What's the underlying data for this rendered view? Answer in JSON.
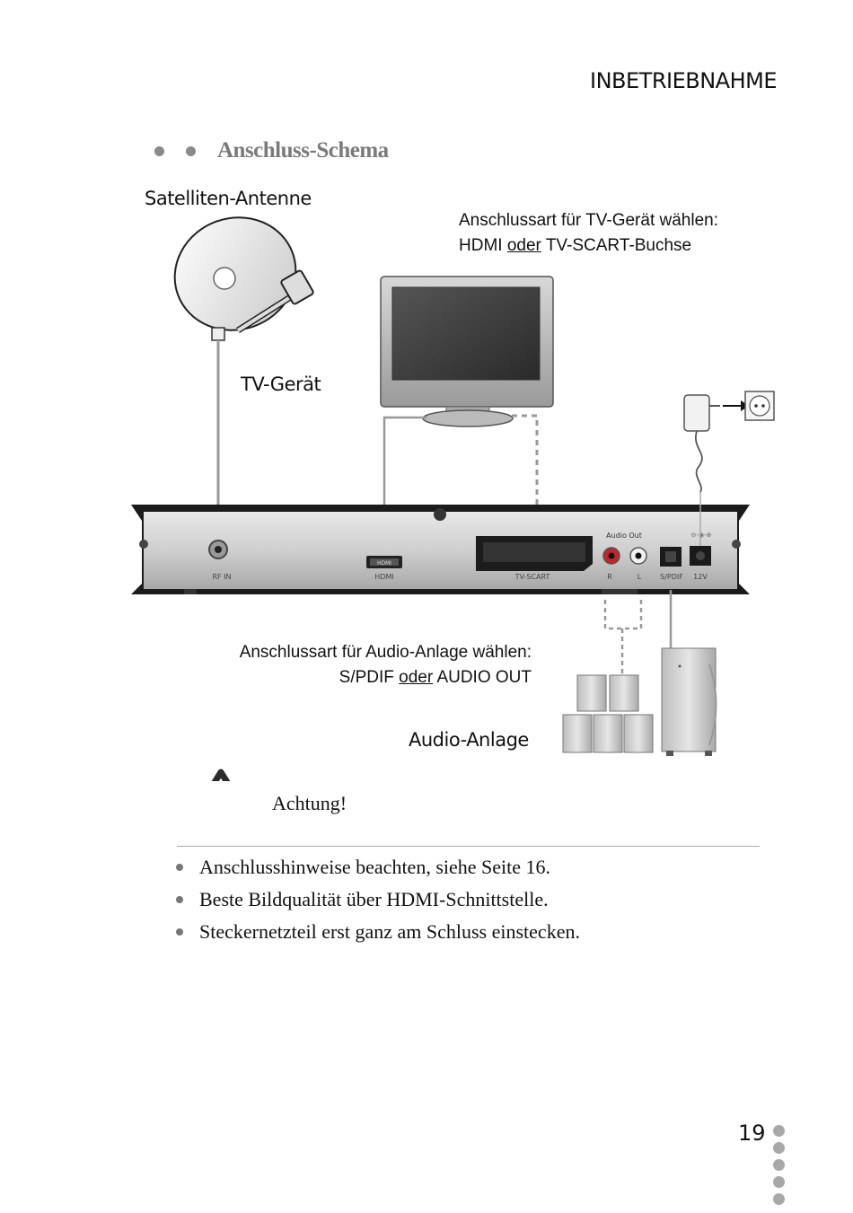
{
  "header": {
    "title": "INBETRIEBNAHME"
  },
  "section": {
    "title": "Anschluss-Schema"
  },
  "labels": {
    "antenna": "Satelliten-Antenne",
    "tv": "TV-Gerät",
    "audio": "Audio-Anlage"
  },
  "tv_note": {
    "line1": "Anschlussart für TV-Gerät wählen:",
    "line2_a": "HDMI",
    "line2_or": "oder",
    "line2_b": "TV-SCART-Buchse"
  },
  "audio_note": {
    "line1": "Anschlussart für Audio-Anlage wählen:",
    "line2_a": "S/PDIF",
    "line2_or": "oder",
    "line2_b": "AUDIO OUT"
  },
  "receiver_ports": {
    "rf_in": "RF IN",
    "hdmi": "HDMI",
    "tv_scart": "TV-SCART",
    "audio_out": "Audio Out",
    "r": "R",
    "l": "L",
    "spdif": "S/PDIF",
    "v12": "12V",
    "hdmi_plug": "HDMI"
  },
  "warning": {
    "title": "Achtung!"
  },
  "bullets": [
    "Anschlusshinweise beachten, siehe Seite 16.",
    "Beste Bildqualität über HDMI-Schnittstelle.",
    "Steckernetzteil erst ganz am Schluss einstecken."
  ],
  "page": {
    "number": "19"
  }
}
